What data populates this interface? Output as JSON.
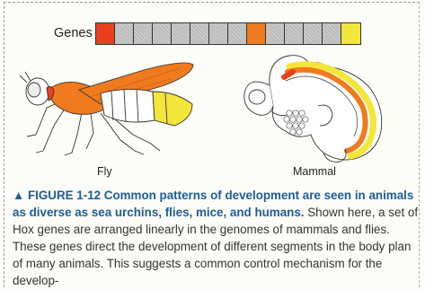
{
  "genes": {
    "label": "Genes",
    "boxes": [
      {
        "color": "#e8401f"
      },
      {
        "color": "gray"
      },
      {
        "color": "gray"
      },
      {
        "color": "gray"
      },
      {
        "color": "gray"
      },
      {
        "color": "gray"
      },
      {
        "color": "gray"
      },
      {
        "color": "gray"
      },
      {
        "color": "#f07a1e"
      },
      {
        "color": "gray"
      },
      {
        "color": "gray"
      },
      {
        "color": "gray"
      },
      {
        "color": "gray"
      },
      {
        "color": "#f3e63a"
      }
    ]
  },
  "organisms": {
    "fly_label": "Fly",
    "mammal_label": "Mammal"
  },
  "colors": {
    "red": "#e8401f",
    "orange": "#f07a1e",
    "yellow": "#f3e63a",
    "caption_head": "#1d5c95"
  },
  "caption": {
    "head": "▲ FIGURE 1-12 Common patterns of development are seen in animals as diverse as sea urchins, flies, mice, and humans.",
    "body": " Shown here, a set of Hox genes are arranged linearly in the genomes of mammals and flies. These genes direct the development of different segments in the body plan of many animals. This suggests a common control mechanism for the develop-"
  }
}
